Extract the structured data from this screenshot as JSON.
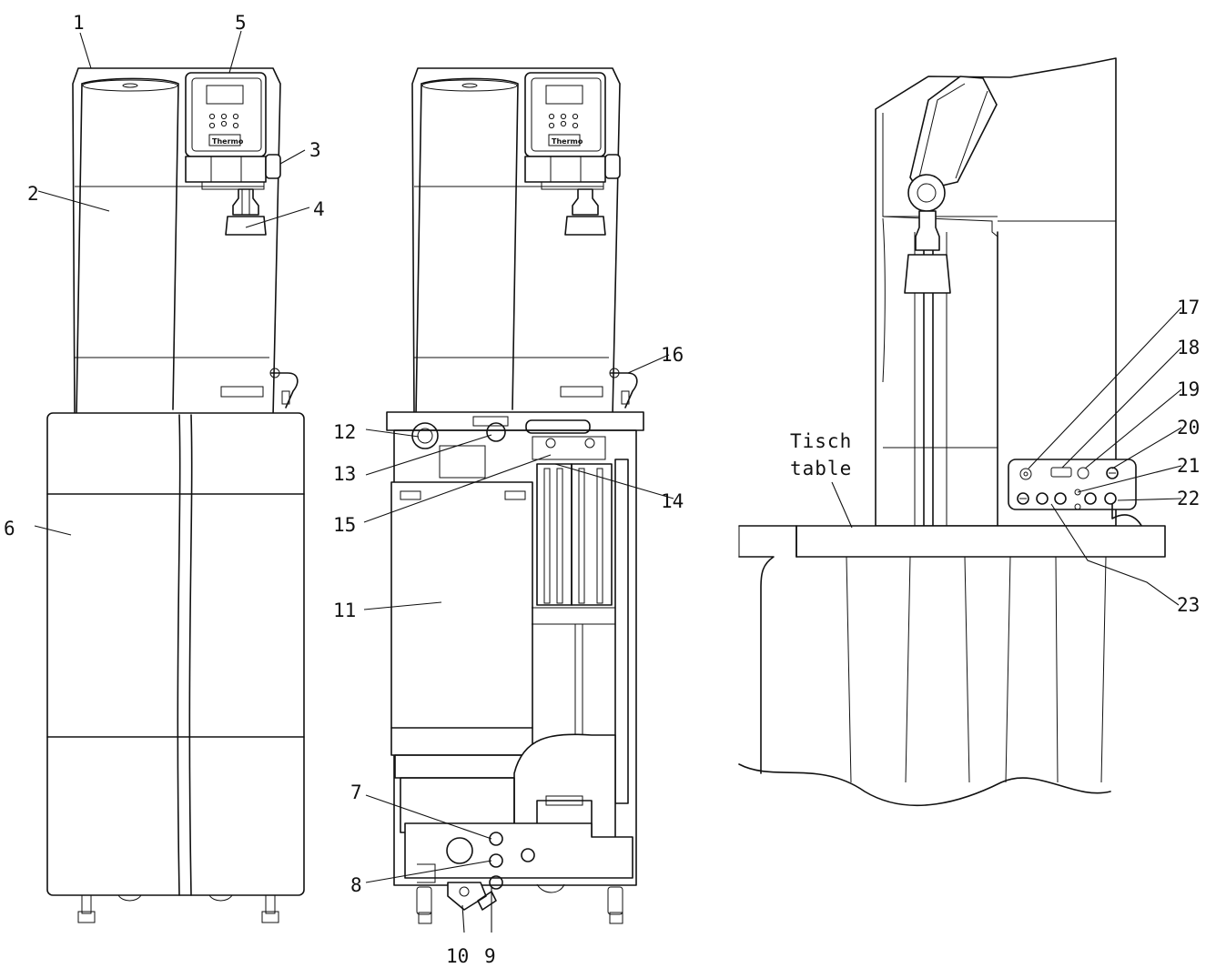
{
  "callouts": [
    "1",
    "2",
    "3",
    "4",
    "5",
    "6",
    "7",
    "8",
    "9",
    "10",
    "11",
    "12",
    "13",
    "14",
    "15",
    "16",
    "17",
    "18",
    "19",
    "20",
    "21",
    "22",
    "23"
  ],
  "table_label": {
    "de": "Tisch",
    "en": "table"
  },
  "colors": {
    "line": "#111111",
    "background": "#ffffff"
  }
}
